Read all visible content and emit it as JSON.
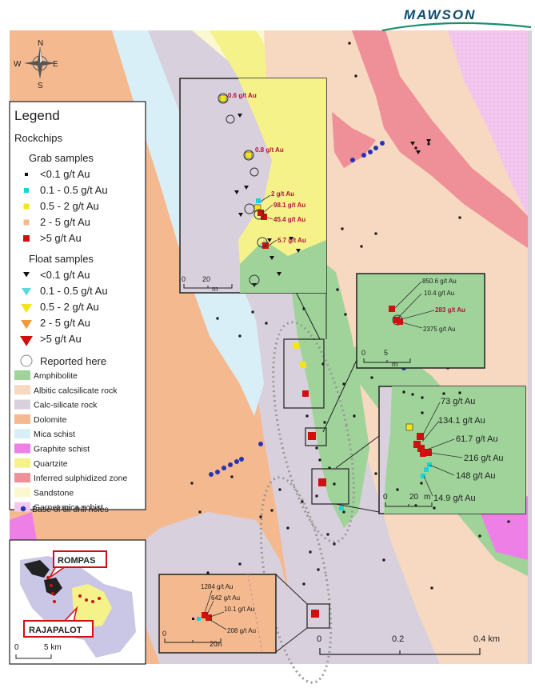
{
  "brand": {
    "logo_text": "MAWSON"
  },
  "compass": {
    "n": "N",
    "s": "S",
    "e": "E",
    "w": "W"
  },
  "legend": {
    "title": "Legend",
    "rockchips": "Rockchips",
    "grab_title": "Grab samples",
    "grab": [
      "<0.1 g/t Au",
      "0.1 - 0.5 g/t Au",
      "0.5 - 2 g/t Au",
      "2 - 5 g/t Au",
      ">5 g/t Au"
    ],
    "float_title": "Float samples",
    "float": [
      "<0.1 g/t Au",
      "0.1 - 0.5 g/t Au",
      "0.5 - 2 g/t Au",
      "2 - 5 g/t Au",
      ">5 g/t Au"
    ],
    "reported": "Reported here",
    "units": [
      {
        "label": "Amphibolite",
        "color": "#9fd39a"
      },
      {
        "label": "Albitic calcsilicate rock",
        "color": "#f7d8c0"
      },
      {
        "label": "Calc-silicate rock",
        "color": "#d8d0dc"
      },
      {
        "label": "Dolomite",
        "color": "#f5b98f"
      },
      {
        "label": "Mica schist",
        "color": "#d9eff7"
      },
      {
        "label": "Graphite schist",
        "color": "#ee7fe6"
      },
      {
        "label": "Quartzite",
        "color": "#f5f28a"
      },
      {
        "label": "Inferred sulphidized zone",
        "color": "#ef8f98"
      },
      {
        "label": "Sandstone",
        "color": "#fbf7cf"
      },
      {
        "label": "Garnet mica schist",
        "color": "#f3c8ee"
      }
    ],
    "drill": "Base of till drill holes"
  },
  "insets": {
    "top": {
      "labels": [
        "0.6 g/t Au",
        "0.8 g/t Au",
        "2 g/t Au",
        "98.1 g/t Au",
        "45.4 g/t Au",
        "5.7 g/t Au"
      ],
      "scale": [
        "0",
        "20",
        "m"
      ]
    },
    "mid": {
      "labels": [
        "850.6 g/t Au",
        "10.4 g/t Au",
        "283 g/t Au",
        "2375 g/t Au"
      ],
      "scale": [
        "0",
        "5",
        "m"
      ]
    },
    "right": {
      "labels": [
        "73 g/t Au",
        "134.1 g/t Au",
        "61.7 g/t Au",
        "216 g/t Au",
        "148 g/t Au",
        "14.9 g/t Au"
      ],
      "scale": [
        "0",
        "20",
        "m"
      ]
    },
    "bottom": {
      "labels": [
        "1284 g/t Au",
        "642 g/t Au",
        "10.1 g/t Au",
        "208 g/t Au"
      ],
      "scale": [
        "0",
        "20",
        "m"
      ]
    }
  },
  "location_map": {
    "rompas": "ROMPAS",
    "rajapalot": "RAJAPALOT",
    "scale": [
      "0",
      "5 km"
    ]
  },
  "scalebar": {
    "labels": [
      "0",
      "0.2",
      "0.4 km"
    ]
  }
}
